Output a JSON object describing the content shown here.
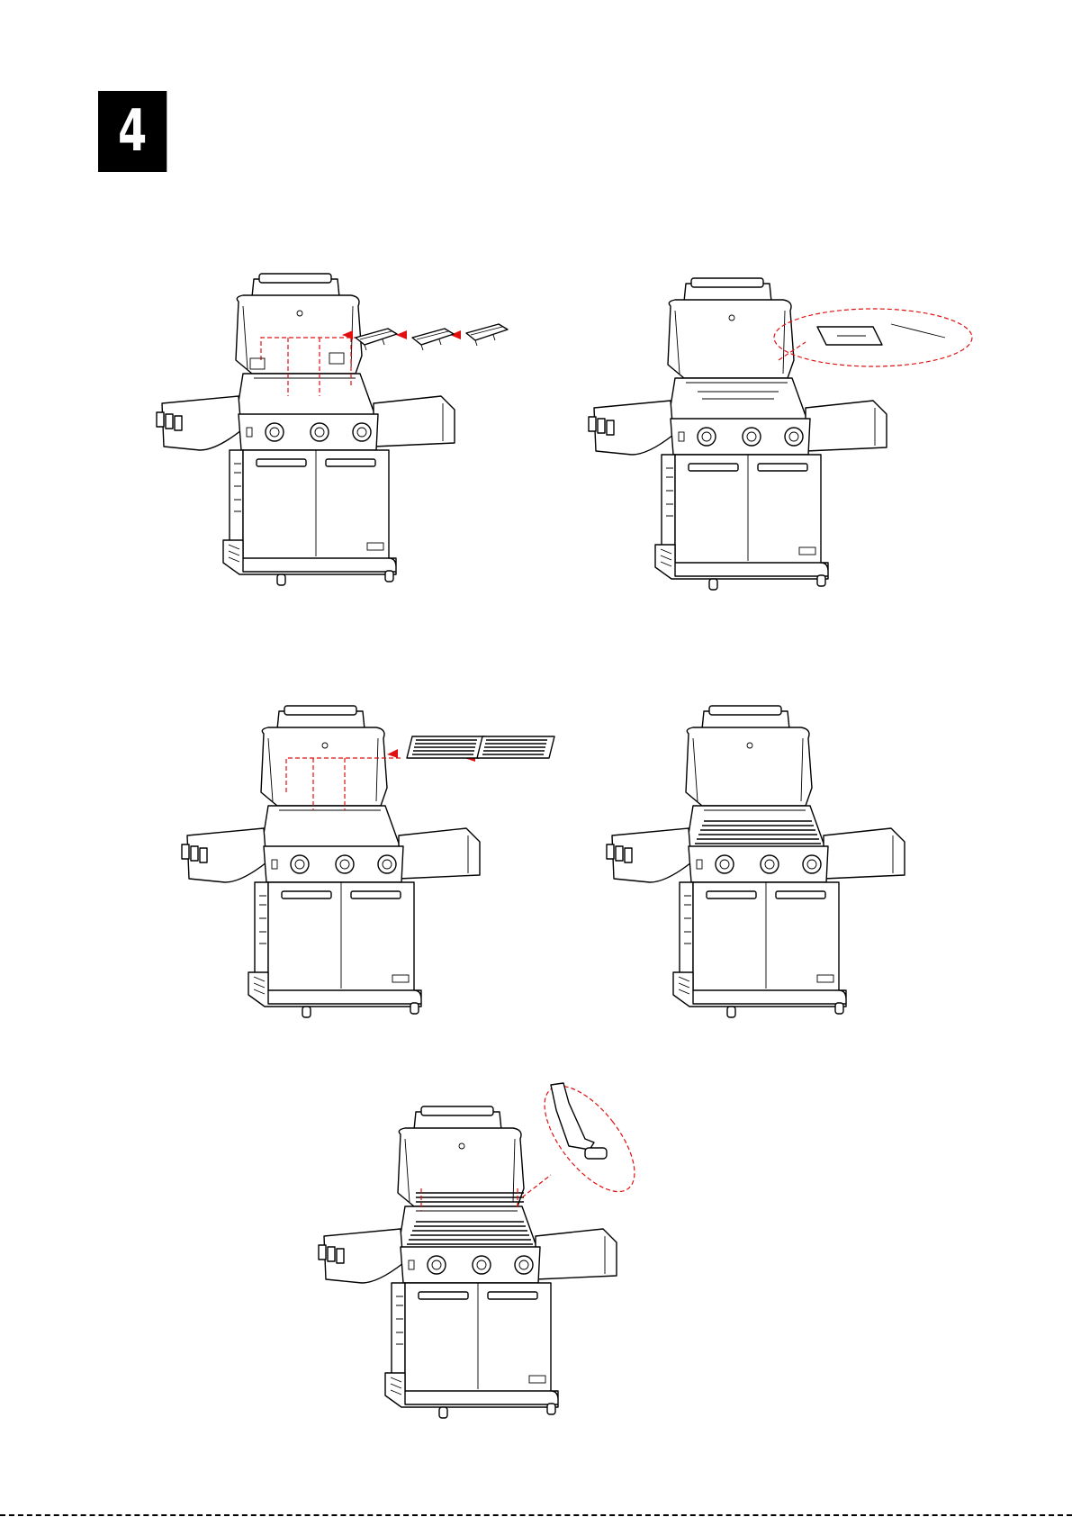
{
  "step": {
    "number": "4"
  },
  "panels": [
    {
      "id": "panel-1",
      "illustration": "insert-flame-tamers",
      "icon": "grill-icon"
    },
    {
      "id": "panel-2",
      "illustration": "flame-tamers-installed-detail",
      "icon": "grill-icon"
    },
    {
      "id": "panel-3",
      "illustration": "insert-cooking-grates",
      "icon": "grill-icon"
    },
    {
      "id": "panel-4",
      "illustration": "cooking-grates-installed",
      "icon": "grill-icon"
    },
    {
      "id": "panel-5",
      "illustration": "install-warming-rack-detail",
      "icon": "grill-icon"
    }
  ],
  "colors": {
    "line": "#000000",
    "guide": "#e01010",
    "badge": "#000000"
  }
}
